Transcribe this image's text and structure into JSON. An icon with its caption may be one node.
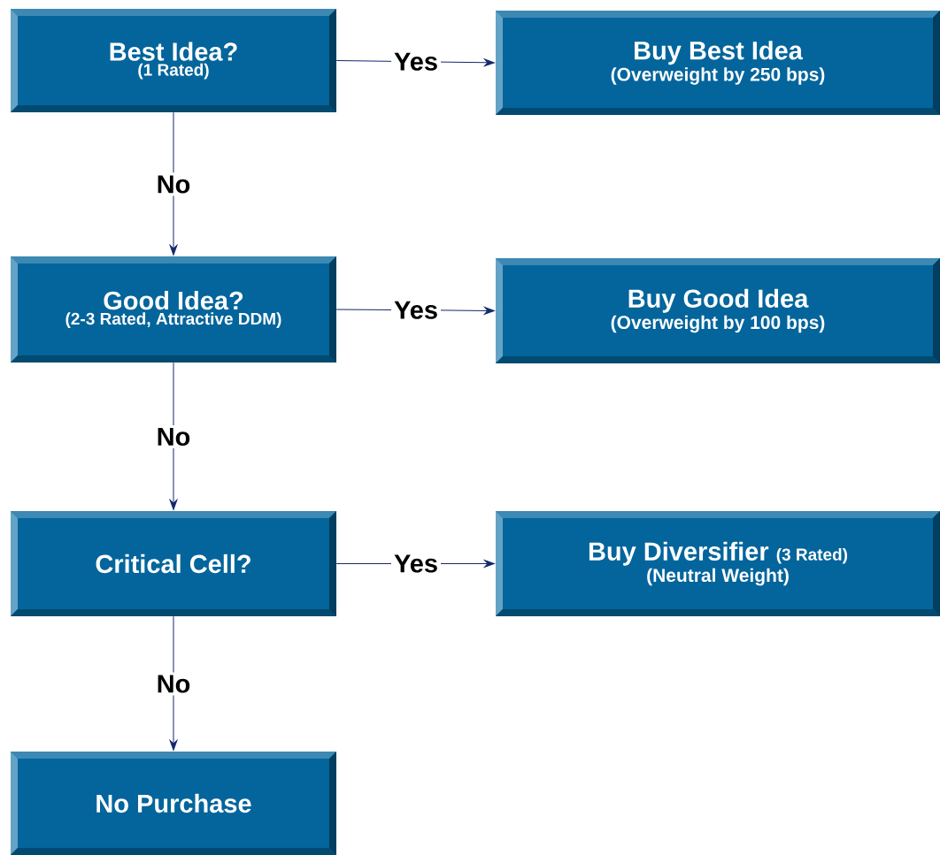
{
  "diagram": {
    "nodes": [
      {
        "text": [
          "Best Idea?",
          "(1 Rated)"
        ]
      },
      {
        "text": [
          "Buy Best Idea",
          "(Overweight by 250 bps)"
        ]
      },
      {
        "text": [
          "Good Idea?",
          "(2-3 Rated, Attractive DDM)"
        ]
      },
      {
        "text": [
          "Buy Good Idea",
          "(Overweight by 100 bps)"
        ]
      },
      {
        "text": [
          "Critical Cell?"
        ]
      },
      {
        "text": [
          "Buy Diversifier",
          "(3 Rated)",
          "(Neutral Weight)"
        ]
      },
      {
        "text": [
          "No Purchase"
        ]
      }
    ],
    "edges": [
      {
        "from": 0,
        "to": 1,
        "arrow": "to",
        "label": "Yes"
      },
      {
        "from": 0,
        "to": 2,
        "arrow": "to",
        "label": "No"
      },
      {
        "from": 2,
        "to": 3,
        "arrow": "to",
        "label": "Yes"
      },
      {
        "from": 2,
        "to": 4,
        "arrow": "to",
        "label": "No"
      },
      {
        "from": 4,
        "to": 5,
        "arrow": "to",
        "label": "Yes"
      },
      {
        "from": 4,
        "to": 6,
        "arrow": "to",
        "label": "No"
      }
    ]
  }
}
